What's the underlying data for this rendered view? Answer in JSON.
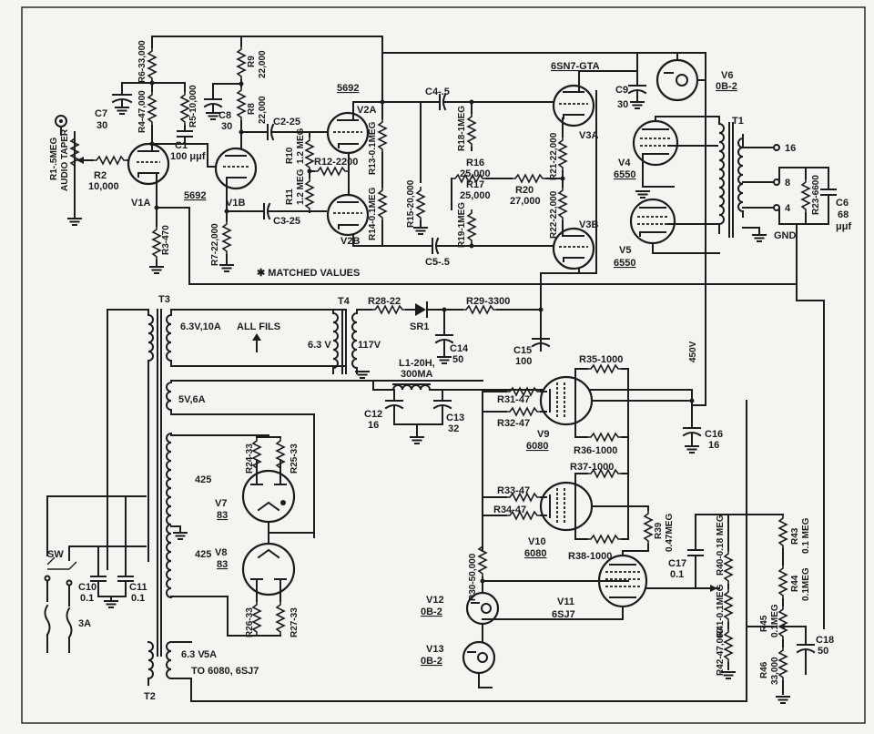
{
  "diagram": {
    "note": "✱ MATCHED VALUES",
    "input_pot": {
      "label1": "R1-.5MEG",
      "label2": "AUDIO TAPER"
    },
    "tubes": {
      "v1a": "V1A",
      "v1b": "V1B",
      "v2a": "V2A",
      "v2b": "V2B",
      "v3a": "V3A",
      "v3b": "V3B",
      "v4": "V4",
      "v4_type": "6550",
      "v5": "V5",
      "v5_type": "6550",
      "v6": "V6",
      "v6_type": "0B-2",
      "v7": "V7",
      "v7_type": "83",
      "v8": "V8",
      "v8_type": "83",
      "v9": "V9",
      "v9_type": "6080",
      "v10": "V10",
      "v10_type": "6080",
      "v11": "V11",
      "v11_type": "6SJ7",
      "v12": "V12",
      "v12_type": "0B-2",
      "v13": "V13",
      "v13_type": "0B-2",
      "type_5692_a": "5692",
      "type_5692_b": "5692",
      "type_6sn7": "6SN7-GTA"
    },
    "resistors": {
      "r2": "R2",
      "r2v": "10,000",
      "r3": "R3-470",
      "r4": "R4-47,000",
      "r5": "R5-10,000",
      "r6": "R6-33,000",
      "r7": "R7-22,000",
      "r8": "R8",
      "r8v": "22,000",
      "r9": "R9",
      "r9v": "22,000",
      "r10": "R10",
      "r10v": "1.2 MEG",
      "r11": "R11",
      "r11v": "1.2 MEG",
      "r12": "R12-2200",
      "r13": "R13-0.1MEG",
      "r14": "R14-0.1MEG",
      "r15": "R15-20,000",
      "r16": "R16",
      "r16v": "25,000",
      "r17": "R17",
      "r17v": "25,000",
      "r18": "R18-1MEG",
      "r19": "R19-1MEG",
      "r20": "R20",
      "r20v": "27,000",
      "r21": "R21-22,000",
      "r22": "R22-22,000",
      "r23": "R23-6600",
      "r24": "R24-33",
      "r25": "R25-33",
      "r26": "R26-33",
      "r27": "R27-33",
      "r28": "R28-22",
      "r29": "R29-3300",
      "r30": "R30-50,000",
      "r31": "R31-47",
      "r32": "R32-47",
      "r33": "R33-47",
      "r34": "R34-47",
      "r35": "R35-1000",
      "r36": "R36-1000",
      "r37": "R37-1000",
      "r38": "R38-1000",
      "r39": "R39",
      "r39v": "0.47MEG",
      "r40": "R40-0.18 MEG",
      "r41": "R41-0.1MEG",
      "r42": "R42-47,000",
      "r43": "R43",
      "r43v": "0.1 MEG",
      "r44": "R44",
      "r44v": "0.1MEG",
      "r45": "R45",
      "r45v": "0.1MEG",
      "r46": "R46",
      "r46v": "33,000"
    },
    "capacitors": {
      "c1": "C1",
      "c1v": "100 μμf",
      "c2": "C2-25",
      "c3": "C3-25",
      "c4": "C4-.5",
      "c5": "C5-.5",
      "c6": "C6",
      "c6v1": "68",
      "c6v2": "μμf",
      "c7": "C7",
      "c7v": "30",
      "c8": "C8",
      "c8v": "30",
      "c9": "C9",
      "c9v": "30",
      "c10": "C10",
      "c10v": "0.1",
      "c11": "C11",
      "c11v": "0.1",
      "c12": "C12",
      "c12v": "16",
      "c13": "C13",
      "c13v": "32",
      "c14": "C14",
      "c14v": "50",
      "c15": "C15",
      "c15v": "100",
      "c16": "C16",
      "c16v": "16",
      "c17": "C17",
      "c17v": "0.1",
      "c18": "C18",
      "c18v": "50"
    },
    "transformers": {
      "t1": "T1",
      "t2": "T2",
      "t3": "T3",
      "t4": "T4",
      "t3_fils": "6.3V,10A",
      "all_fils": "ALL FILS",
      "t4_primary": "6.3 V",
      "t4_secondary": "117V",
      "t3_5v": "5V,6A",
      "t3_425a": "425",
      "t3_425b": "425",
      "t2_63v": "6.3 V",
      "t2_5a": "5A",
      "t2_to": "TO 6080, 6SJ7"
    },
    "misc": {
      "sr1": "SR1",
      "l1": "L1-20H,",
      "l1b": "300MA",
      "sw": "SW",
      "fuse": "3A",
      "v450": "450V",
      "out16": "16",
      "out8": "8",
      "out4": "4",
      "gnd": "GND"
    }
  }
}
